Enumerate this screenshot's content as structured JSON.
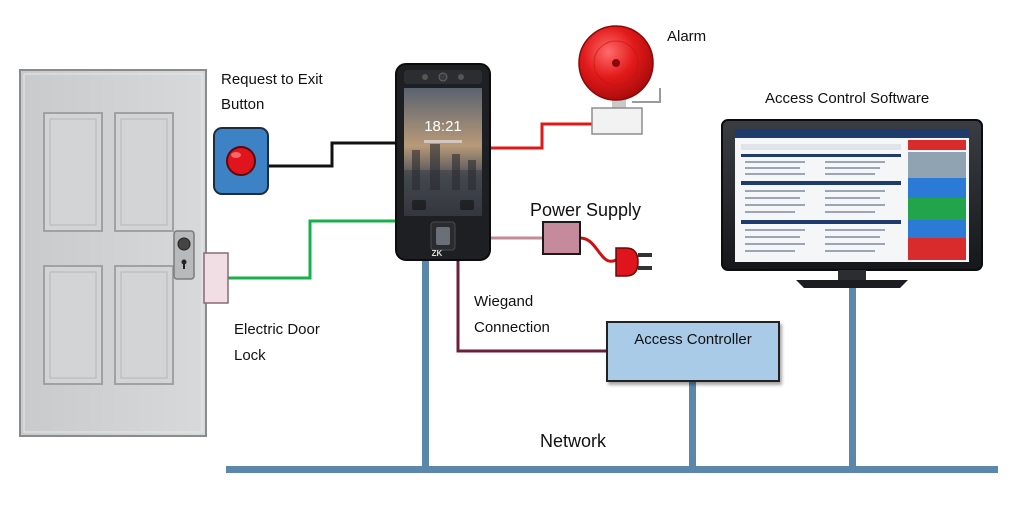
{
  "labels": {
    "request_to_exit_line1": "Request to Exit",
    "request_to_exit_line2": "Button",
    "alarm": "Alarm",
    "access_control_software": "Access Control Software",
    "power_supply": "Power Supply",
    "wiegand_line1": "Wiegand",
    "wiegand_line2": "Connection",
    "electric_door_lock_line1": "Electric Door",
    "electric_door_lock_line2": "Lock",
    "access_controller": "Access Controller",
    "network": "Network"
  },
  "terminal": {
    "clock": "18:21",
    "brand": "ZK"
  },
  "colors": {
    "network_bus": "#5b87ab",
    "exit_button_wire": "#111111",
    "alarm_wire": "#e01818",
    "lock_wire": "#18b04a",
    "power_wire": "#c58a98",
    "wiegand_wire": "#6a1f3c",
    "door": "#cfd0d1",
    "controller_box": "#a9cbe8",
    "exit_button_body": "#3d82c4",
    "exit_button_knob": "#e0141c"
  },
  "icons": [
    "door",
    "door-knob",
    "exit-button",
    "alarm-bell",
    "face-terminal",
    "power-adapter",
    "power-plug",
    "monitor"
  ]
}
